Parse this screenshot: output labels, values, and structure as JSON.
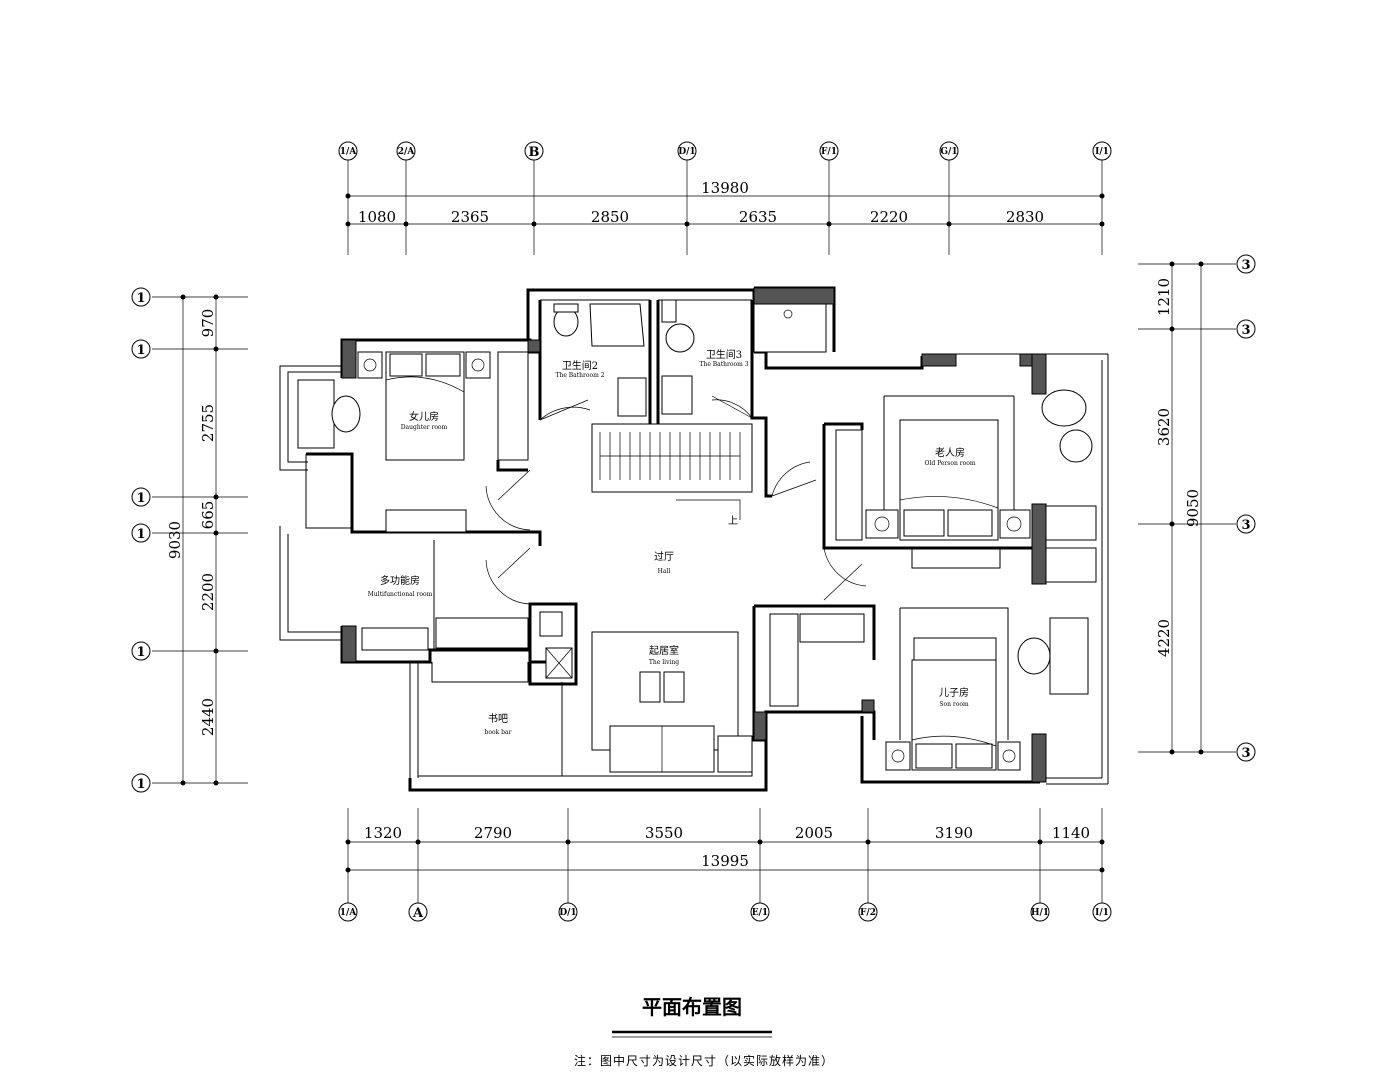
{
  "title": "平面布置图",
  "note": "注：图中尺寸为设计尺寸（以实际放样为准）",
  "top_axes": [
    "1/A",
    "2/A",
    "B",
    "D/1",
    "F/1",
    "G/1",
    "I/1"
  ],
  "top_total": "13980",
  "top_segments": [
    "1080",
    "2365",
    "2850",
    "2635",
    "2220",
    "2830"
  ],
  "bottom_axes": [
    "1/A",
    "A",
    "D/1",
    "E/1",
    "F/2",
    "H/1",
    "I/1"
  ],
  "bottom_total": "13995",
  "bottom_segments": [
    "1320",
    "2790",
    "3550",
    "2005",
    "3190",
    "1140"
  ],
  "left_axes": [
    "1",
    "1",
    "1",
    "1",
    "1",
    "1"
  ],
  "left_total": "9030",
  "left_segments": [
    "970",
    "2755",
    "665",
    "2200",
    "2440"
  ],
  "right_axes": [
    "3",
    "3",
    "3",
    "3"
  ],
  "right_total": "9050",
  "right_segments": [
    "1210",
    "3620",
    "4220"
  ],
  "rooms": {
    "daughter": {
      "cn": "女儿房",
      "en": "Daughter room"
    },
    "bath2": {
      "cn": "卫生间2",
      "en": "The Bathroom 2"
    },
    "bath3": {
      "cn": "卫生间3",
      "en": "The Bathroom 3"
    },
    "old": {
      "cn": "老人房",
      "en": "Old Person room"
    },
    "hall": {
      "cn": "过厅",
      "en": "Hall"
    },
    "multi": {
      "cn": "多功能房",
      "en": "Multifunctional room"
    },
    "living": {
      "cn": "起居室",
      "en": "The living"
    },
    "son": {
      "cn": "儿子房",
      "en": "Son room"
    },
    "book": {
      "cn": "书吧",
      "en": "book bar"
    }
  },
  "stair_mark": "上"
}
